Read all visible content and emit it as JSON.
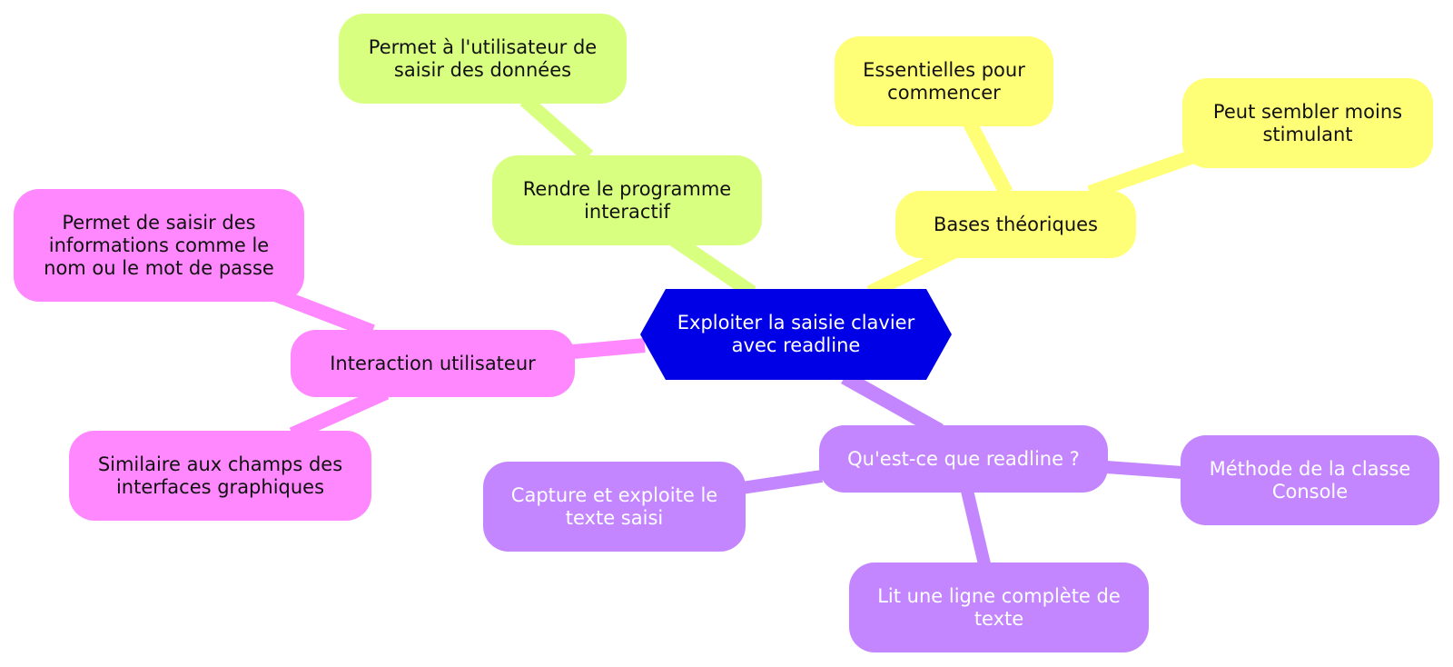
{
  "colors": {
    "root": "#0000e6",
    "green": "#d9ff80",
    "yellow": "#ffff77",
    "pink": "#ff88ff",
    "purple": "#c386ff"
  },
  "root": {
    "label": "Exploiter la saisie clavier avec readline"
  },
  "branches": {
    "interactif": {
      "label": "Rendre le programme interactif",
      "children": [
        "Permet à l'utilisateur de saisir des données"
      ]
    },
    "bases": {
      "label": "Bases théoriques",
      "children": [
        "Essentielles pour commencer",
        "Peut sembler moins stimulant"
      ]
    },
    "interaction": {
      "label": "Interaction utilisateur",
      "children": [
        "Permet de saisir des informations comme le nom ou le mot de passe",
        "Similaire aux champs des interfaces graphiques"
      ]
    },
    "readline": {
      "label": "Qu'est-ce que readline ?",
      "children": [
        "Capture et exploite le texte saisi",
        "Méthode de la classe Console",
        "Lit une ligne complète de texte"
      ]
    }
  }
}
